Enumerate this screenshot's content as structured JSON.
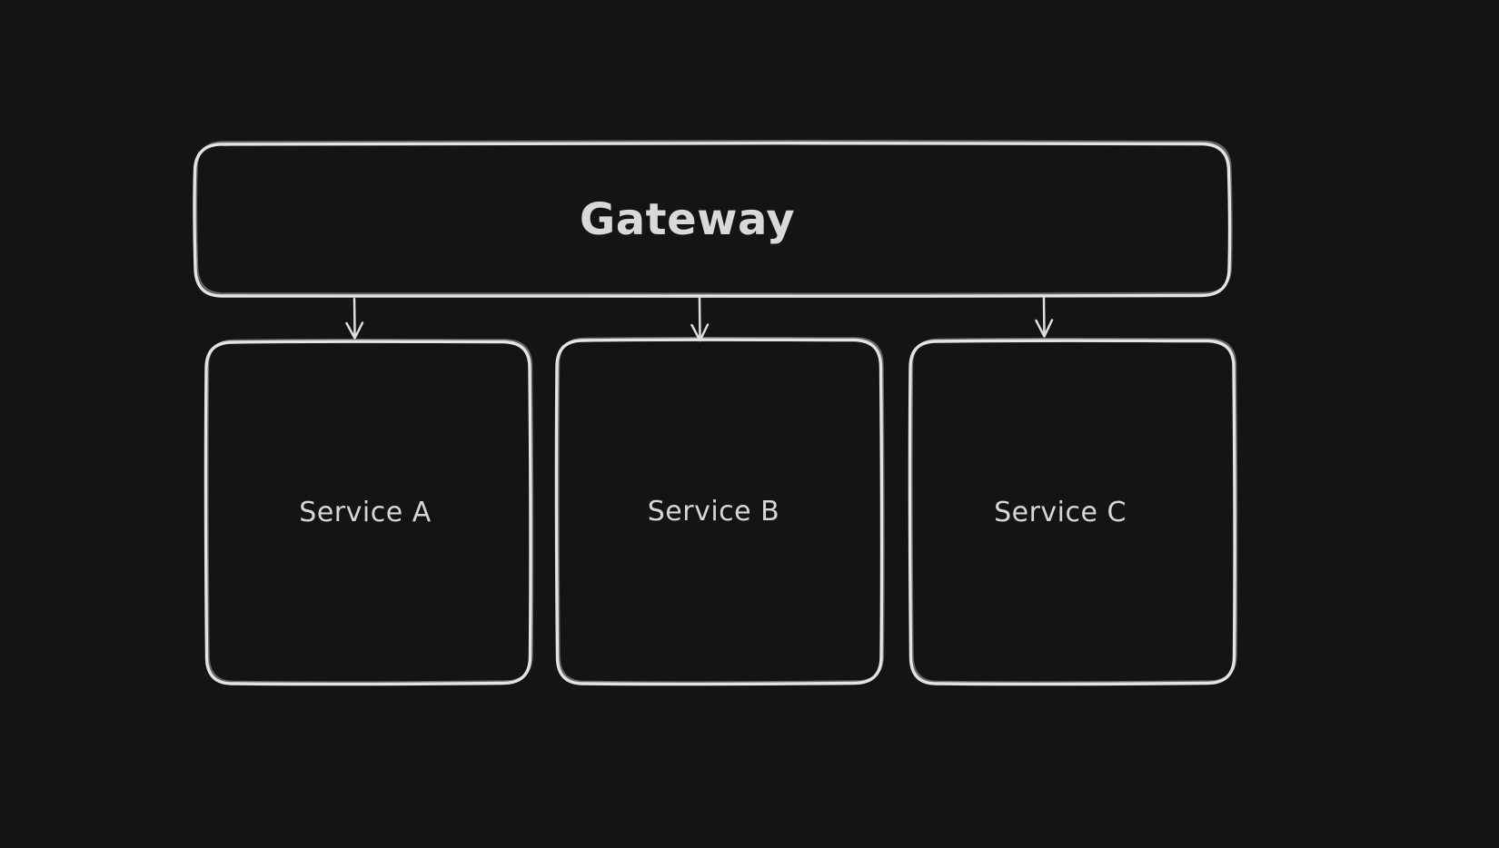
{
  "canvas": {
    "background_color": "#141414",
    "stroke_color": "#e4e4e4",
    "text_color": "#d6d6d6",
    "style": "hand-drawn sketch (excalidraw-like)"
  },
  "diagram": {
    "type": "flowchart",
    "nodes": [
      {
        "id": "gateway",
        "label": "Gateway",
        "shape": "rounded-rectangle"
      },
      {
        "id": "service-a",
        "label": "Service A",
        "shape": "rounded-rectangle"
      },
      {
        "id": "service-b",
        "label": "Service B",
        "shape": "rounded-rectangle"
      },
      {
        "id": "service-c",
        "label": "Service C",
        "shape": "rounded-rectangle"
      }
    ],
    "edges": [
      {
        "from": "gateway",
        "to": "service-a",
        "type": "arrow-down"
      },
      {
        "from": "gateway",
        "to": "service-b",
        "type": "arrow-down"
      },
      {
        "from": "gateway",
        "to": "service-c",
        "type": "arrow-down"
      }
    ]
  }
}
